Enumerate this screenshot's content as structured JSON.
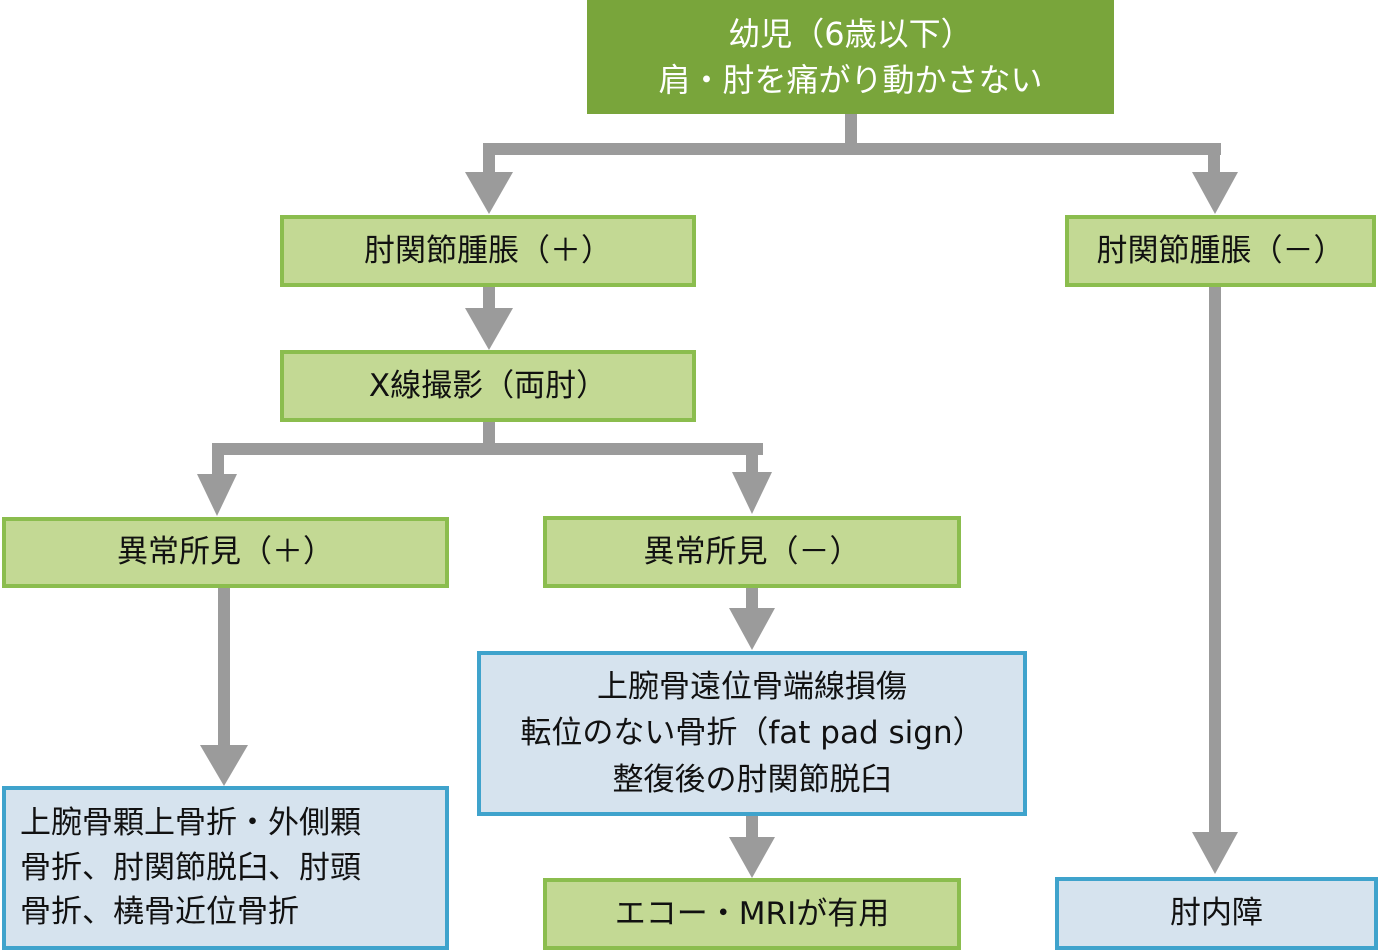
{
  "colors": {
    "root_fill": "#79a53b",
    "green_fill": "#c3d994",
    "green_border": "#8bbd4e",
    "blue_fill": "#d6e3ee",
    "blue_border": "#3fa3cc",
    "arrow": "#9b9b9b"
  },
  "nodes": {
    "root": "幼児（6歳以下）\n肩・肘を痛がり動かさない",
    "swelling_positive": "肘関節腫脹（＋）",
    "swelling_negative": "肘関節腫脹（－）",
    "xray": "X線撮影（両肘）",
    "abnormal_positive": "異常所見（＋）",
    "abnormal_negative": "異常所見（－）",
    "diagnosis_positive": "上腕骨顆上骨折・外側顆\n骨折、肘関節脱臼、肘頭\n骨折、橈骨近位骨折",
    "diagnosis_negative": "上腕骨遠位骨端線損傷\n転位のない骨折（fat pad sign）\n整復後の肘関節脱臼",
    "imaging_useful": "エコー・MRIが有用",
    "pulled_elbow": "肘内障"
  }
}
